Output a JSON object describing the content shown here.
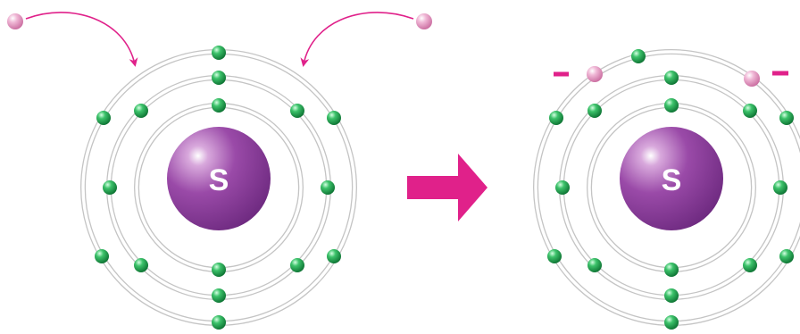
{
  "atoms": [
    {
      "nucleus_symbol": "S",
      "shells": [
        2,
        8,
        6
      ],
      "gained_electrons": 0,
      "charge_marks": []
    },
    {
      "nucleus_symbol": "S",
      "shells": [
        2,
        8,
        8
      ],
      "gained_electrons": 2,
      "charge_marks": [
        "−",
        "−"
      ]
    }
  ],
  "incoming_electrons": 2,
  "colors": {
    "shell": "#c4c4c4",
    "nucleus": "#8e3f9c",
    "electron": "#19a24a",
    "gained_electron": "#e7a1c6",
    "accent": "#e0218a"
  },
  "icons": {
    "reaction_arrow": "right-arrow-icon",
    "incoming_electron_arrow": "curved-arrow-icon"
  }
}
